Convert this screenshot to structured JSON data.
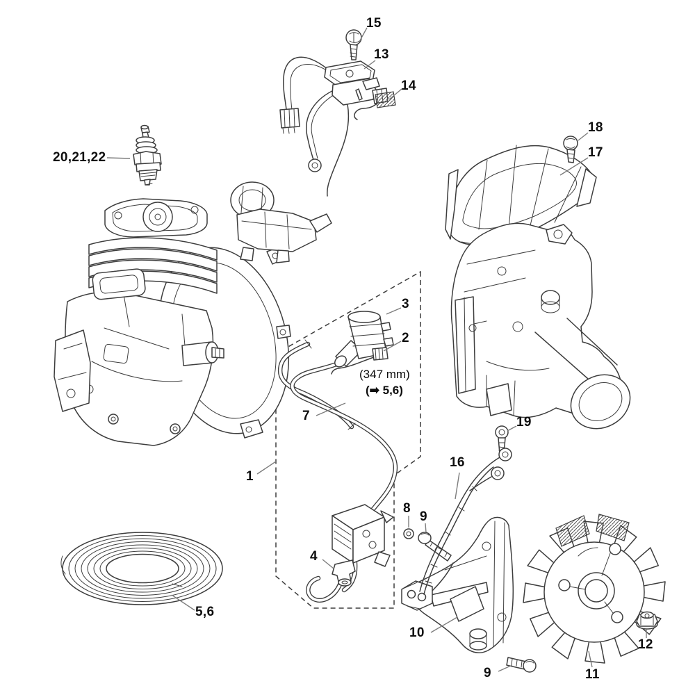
{
  "figure": {
    "background": "#ffffff",
    "line_color": "#3d3d3d",
    "leader_color": "#7d7d7d",
    "label_color": "#0e0e0e"
  },
  "callouts": [
    {
      "text": "15"
    },
    {
      "text": "13"
    },
    {
      "text": "14"
    },
    {
      "text": "20,21,22"
    },
    {
      "text": "18"
    },
    {
      "text": "17"
    },
    {
      "text": "3"
    },
    {
      "text": "2"
    },
    {
      "text": "7"
    },
    {
      "text": "1"
    },
    {
      "text": "19"
    },
    {
      "text": "16"
    },
    {
      "text": "8"
    },
    {
      "text": "9"
    },
    {
      "text": "4"
    },
    {
      "text": "5,6"
    },
    {
      "text": "10"
    },
    {
      "text": "9"
    },
    {
      "text": "12"
    },
    {
      "text": "11"
    }
  ],
  "annotations": {
    "length_note": "(347 mm)",
    "ref_note": "(➡ 5,6)"
  }
}
